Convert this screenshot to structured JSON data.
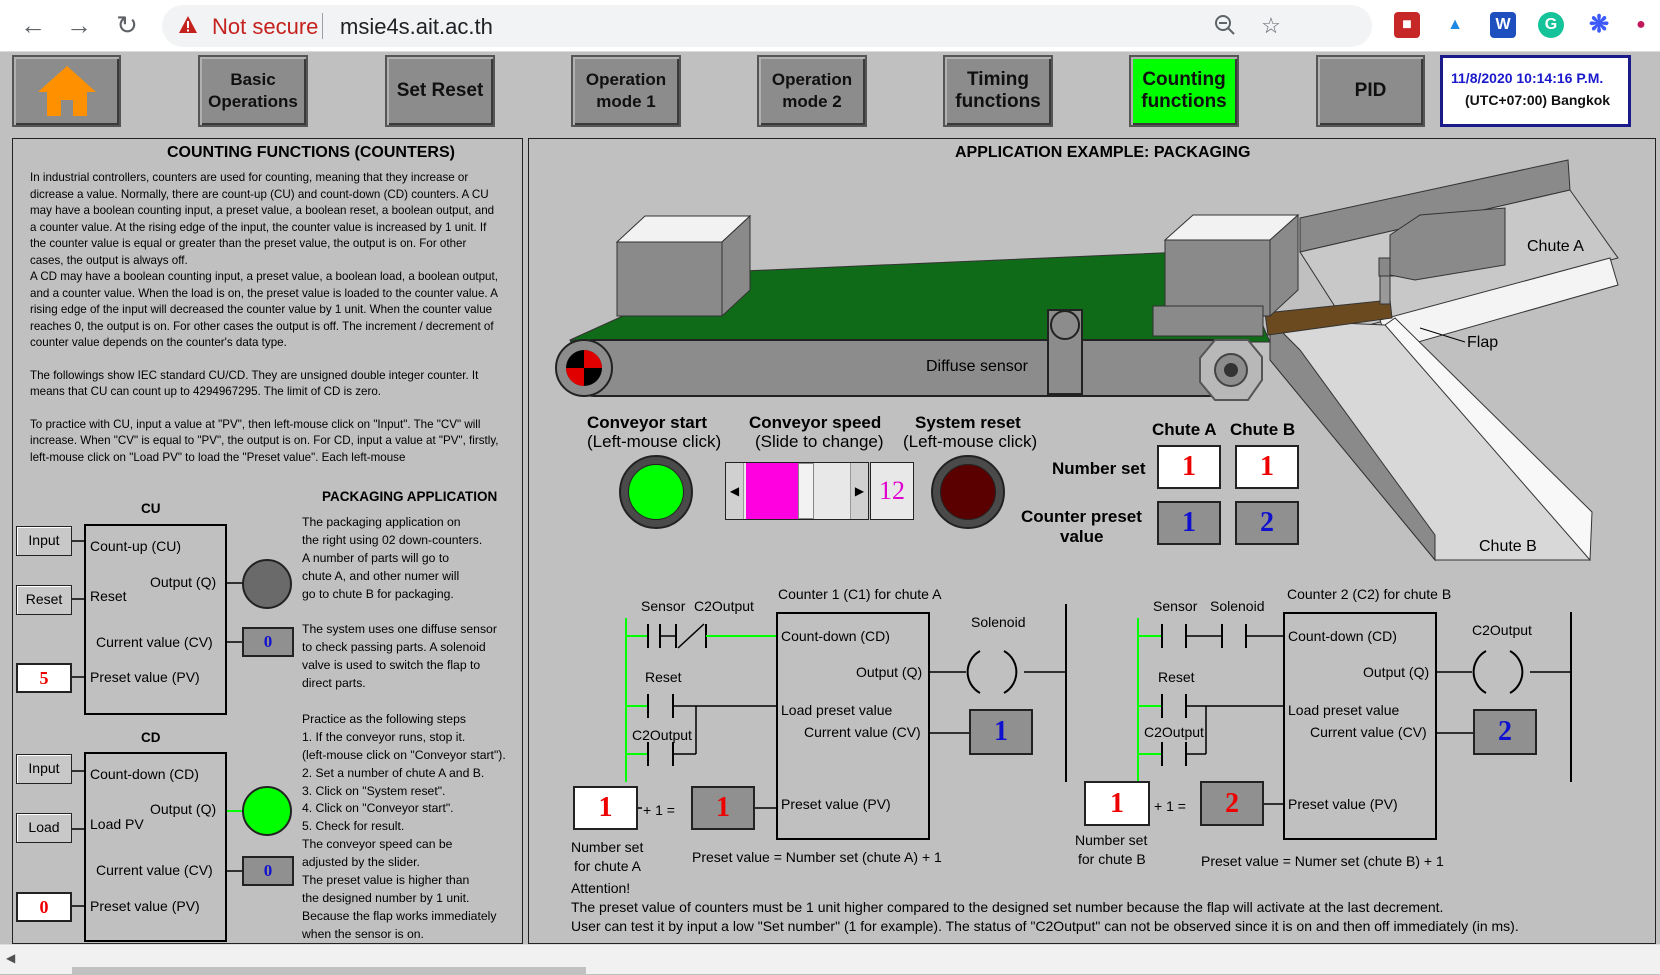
{
  "browser": {
    "security_label": "Not secure",
    "url": "msie4s.ait.ac.th"
  },
  "toolbar": {
    "home_label": "home",
    "buttons": [
      "Basic Operations",
      "Set Reset",
      "Operation mode 1",
      "Operation mode 2",
      "Timing functions",
      "Counting functions",
      "PID"
    ],
    "datetime": "11/8/2020 10:14:16 P.M.",
    "timezone": "(UTC+07:00) Bangkok",
    "active_color": "#00ff00"
  },
  "left_panel": {
    "title": "COUNTING FUNCTIONS (COUNTERS)",
    "paragraphs": [
      "In industrial controllers, counters are used for counting, meaning that they increase or dicrease a value. Normally, there are count-up (CU) and count-down (CD) counters. A CU may have a boolean counting input, a preset value, a boolean reset, a boolean output, and a counter value. At the rising edge of the input, the counter value is increased by 1 unit. If the counter value is equal or greater than the preset value, the output is on. For other cases, the output is always off.",
      "A CD may have a boolean counting input, a preset value, a boolean load, a boolean output, and a counter value. When the load is on, the preset value is loaded to the counter value. A rising edge of the input will decreased the counter value by 1 unit. When the counter value reaches 0, the output is on. For other cases the output is off. The increment / decrement of counter value depends on the counter's data type.",
      "The followings show IEC standard CU/CD. They are unsigned double integer counter. It means that CU can count up to 4294967295. The limit of CD is zero.",
      "To practice with CU, input a value at \"PV\", then left-mouse click on \"Input\". The \"CV\" will increase. When \"CV\" is equal to \"PV\", the output is on. For CD, input a value at \"PV\", firstly, left-mouse click on \"Load PV\" to load the \"Preset value\". Each left-mouse"
    ],
    "cu": {
      "title": "CU",
      "input_btn": "Input",
      "reset_btn": "Reset",
      "count_label": "Count-up (CU)",
      "reset_label": "Reset",
      "output_label": "Output (Q)",
      "cv_label": "Current value (CV)",
      "pv_label": "Preset value (PV)",
      "cv": "0",
      "pv": "5",
      "output_on": false
    },
    "cd": {
      "title": "CD",
      "input_btn": "Input",
      "load_btn": "Load",
      "count_label": "Count-down (CD)",
      "load_label": "Load PV",
      "output_label": "Output (Q)",
      "cv_label": "Current value (CV)",
      "pv_label": "Preset value (PV)",
      "cv": "0",
      "pv": "0",
      "output_on": true
    },
    "packaging": {
      "title": "PACKAGING APPLICATION",
      "lines": [
        "The packaging application on",
        "the right using 02 down-counters.",
        "A number of parts will go to",
        "chute A, and other numer will",
        "go to chute B for packaging.",
        "",
        "The system uses one diffuse sensor",
        "to check passing parts. A solenoid",
        "valve is used to switch the flap to",
        "direct parts.",
        "",
        "Practice as the following steps",
        " 1. If the conveyor runs, stop it.",
        "(left-mouse click on \"Conveyor start\").",
        "2. Set a number of chute A and B.",
        "3. Click on \"System reset\".",
        "4. Click on \"Conveyor start\".",
        "5. Check for result.",
        "The conveyor speed can be",
        "adjusted by the slider.",
        "The preset value is higher than",
        "the designed number by 1 unit.",
        "Because the flap works immediately",
        "when the sensor is on."
      ]
    }
  },
  "right_panel": {
    "title": "APPLICATION EXAMPLE: PACKAGING",
    "scene": {
      "diffuse_sensor": "Diffuse sensor",
      "chute_a": "Chute A",
      "chute_b": "Chute B",
      "flap": "Flap"
    },
    "controls": {
      "conveyor_start": "Conveyor start",
      "conveyor_start_hint": "(Left-mouse click)",
      "conveyor_speed": "Conveyor speed",
      "conveyor_speed_hint": "(Slide to change)",
      "speed_value": "12",
      "system_reset": "System reset",
      "system_reset_hint": "(Left-mouse click)"
    },
    "settings": {
      "chute_a_header": "Chute A",
      "chute_b_header": "Chute B",
      "number_set_label": "Number set",
      "counter_preset_label": "Counter preset",
      "counter_preset_label2": "value",
      "number_set_a": "1",
      "number_set_b": "1",
      "preset_a": "1",
      "preset_b": "2"
    },
    "ladder1": {
      "title": "Counter 1 (C1) for chute A",
      "sensor": "Sensor",
      "c2output": "C2Output",
      "reset": "Reset",
      "c2output2": "C2Output",
      "count_down": "Count-down (CD)",
      "output": "Output (Q)",
      "load": "Load preset value",
      "cv": "Current value (CV)",
      "pv": "Preset value (PV)",
      "coil": "Solenoid",
      "cv_value": "1",
      "number_set": "1",
      "plus_one": "+ 1 =",
      "pv_value": "1",
      "number_set_label": "Number set",
      "number_set_label2": "for chute A",
      "formula": "Preset value = Number set (chute A) + 1"
    },
    "ladder2": {
      "title": "Counter 2 (C2) for chute B",
      "sensor": "Sensor",
      "solenoid": "Solenoid",
      "reset": "Reset",
      "c2output2": "C2Output",
      "count_down": "Count-down (CD)",
      "output": "Output (Q)",
      "load": "Load preset value",
      "cv": "Current value (CV)",
      "pv": "Preset value (PV)",
      "coil": "C2Output",
      "cv_value": "2",
      "number_set": "1",
      "plus_one": "+ 1 =",
      "pv_value": "2",
      "number_set_label": "Number set",
      "number_set_label2": "for chute B",
      "formula": "Preset value = Numer set (chute B) + 1"
    },
    "attention": {
      "title": "Attention!",
      "line1": "The preset value of counters must be 1 unit higher compared to the designed set number because the flap will activate at the last decrement.",
      "line2": "User can test it by input a low \"Set number\" (1 for example). The status of \"C2Output\" can not be observed since it is on and then off immediately (in ms)."
    }
  }
}
